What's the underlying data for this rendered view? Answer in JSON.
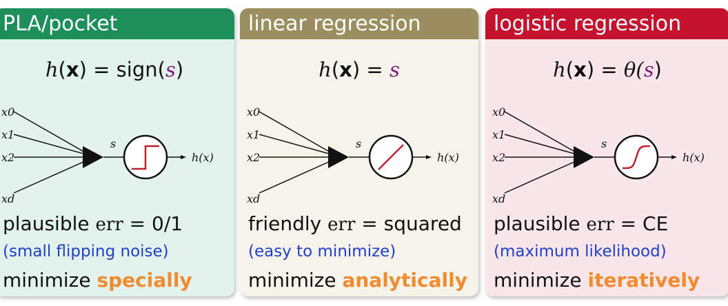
{
  "colors": {
    "pla_header": "#1e8e5b",
    "pla_bg": "#e2f2ec",
    "lin_header": "#9c8f5f",
    "lin_bg": "#f5f3ea",
    "log_header": "#c4122f",
    "log_bg": "#f8e6e8",
    "highlight": "#f28a2e",
    "note": "#1f3fc8",
    "activation": "#c0202a"
  },
  "panels": [
    {
      "title": "PLA/pocket",
      "formula": {
        "h": "h",
        "lp": "(",
        "x": "x",
        "rp": ")",
        "eq": " = ",
        "fn": "sign(",
        "s": "s",
        "close": ")"
      },
      "diagram": {
        "inputs": [
          "x0",
          "x1",
          "x2",
          "xd"
        ],
        "s_label": "s",
        "output": "h(x)",
        "activation": "step"
      },
      "err_prefix": "plausible ",
      "err_word": "err",
      "err_value": " = 0/1",
      "note": "(small flipping noise)",
      "minimize": "minimize ",
      "how": "specially"
    },
    {
      "title": "linear regression",
      "formula": {
        "h": "h",
        "lp": "(",
        "x": "x",
        "rp": ")",
        "eq": " = ",
        "fn": "",
        "s": "s",
        "close": ""
      },
      "diagram": {
        "inputs": [
          "x0",
          "x1",
          "x2",
          "xd"
        ],
        "s_label": "s",
        "output": "h(x)",
        "activation": "linear"
      },
      "err_prefix": "friendly ",
      "err_word": "err",
      "err_value": " = squared",
      "note": "(easy to minimize)",
      "minimize": "minimize ",
      "how": "analytically"
    },
    {
      "title": "logistic regression",
      "formula": {
        "h": "h",
        "lp": "(",
        "x": "x",
        "rp": ")",
        "eq": " = ",
        "fn": "θ(",
        "s": "s",
        "close": ")"
      },
      "diagram": {
        "inputs": [
          "x0",
          "x1",
          "x2",
          "xd"
        ],
        "s_label": "s",
        "output": "h(x)",
        "activation": "sigmoid"
      },
      "err_prefix": "plausible ",
      "err_word": "err",
      "err_value": " = CE",
      "note": "(maximum likelihood)",
      "minimize": "minimize ",
      "how": "iteratively"
    }
  ]
}
